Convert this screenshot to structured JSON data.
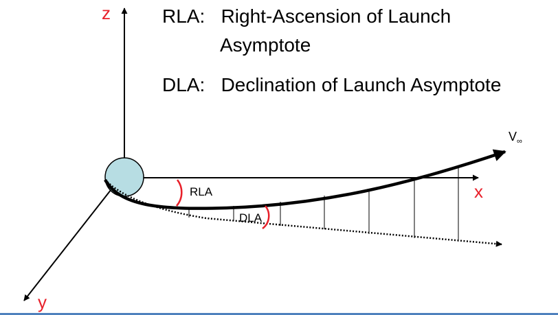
{
  "axes": {
    "z_label": "z",
    "x_label": "x",
    "y_label": "y"
  },
  "legend": {
    "rla_line1": "RLA:   Right-Ascension of Launch",
    "rla_line2": "Asymptote",
    "dla_line": "DLA:   Declination of Launch Asymptote"
  },
  "labels": {
    "v_inf": "V",
    "v_inf_subscript": "∞",
    "rla": "RLA",
    "dla": "DLA"
  },
  "colors": {
    "axis_label": "#e8202a",
    "angle_arc": "#e8202a",
    "planet_fill": "#b7dde3",
    "line": "#000000",
    "bottom_rule": "#4f81bd"
  },
  "icons": {
    "planet": "planet-circle"
  }
}
